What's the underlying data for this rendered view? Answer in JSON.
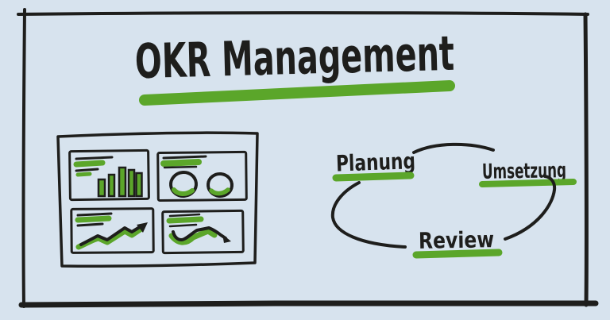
{
  "page": {
    "title": "OKR Management"
  },
  "dashboard": {
    "panels": [
      {
        "icon": "bar-chart-icon",
        "bar_heights": [
          21,
          27,
          36,
          33,
          29
        ]
      },
      {
        "icon": "donut-chart-icon",
        "donut_count": 2
      },
      {
        "icon": "trend-up-arrow-icon"
      },
      {
        "icon": "trend-down-arrow-icon"
      }
    ]
  },
  "cycle": {
    "steps": [
      {
        "id": "planung",
        "label": "Planung"
      },
      {
        "id": "umsetzung",
        "label": "Umsetzung"
      },
      {
        "id": "review",
        "label": "Review"
      }
    ],
    "connections": [
      "planung-to-umsetzung",
      "umsetzung-to-review",
      "review-to-planung"
    ]
  },
  "colors": {
    "background": "#d7e3ee",
    "ink": "#1e1e1c",
    "highlight_green": "#5ba62a"
  }
}
